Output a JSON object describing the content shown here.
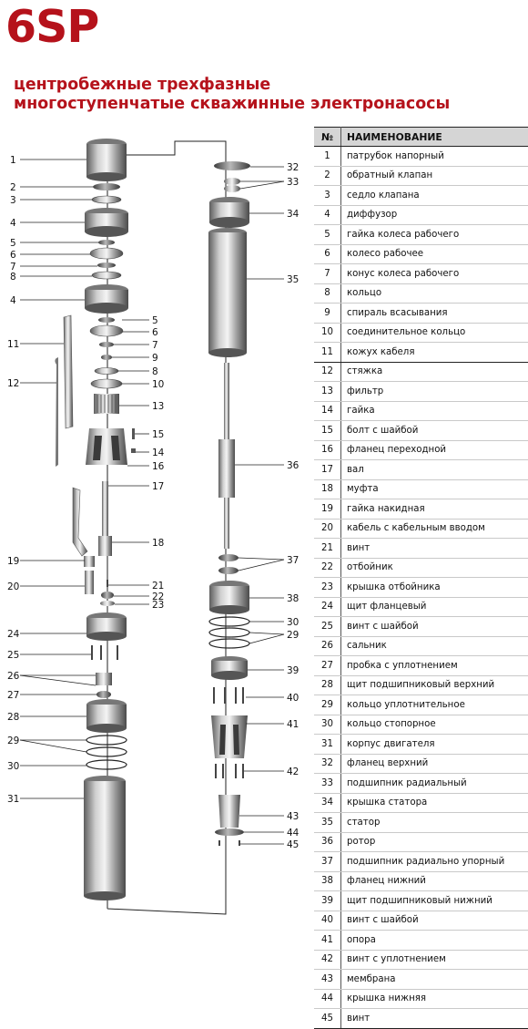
{
  "header": {
    "model": "6SP",
    "subtitle_line1": "центробежные трехфазные",
    "subtitle_line2": "многоступенчатые скважинные электронасосы"
  },
  "table": {
    "col_num": "№",
    "col_name": "НАИМЕНОВАНИЕ",
    "rows": [
      {
        "num": "1",
        "name": "патрубок напорный"
      },
      {
        "num": "2",
        "name": "обратный клапан"
      },
      {
        "num": "3",
        "name": "седло клапана"
      },
      {
        "num": "4",
        "name": "диффузор"
      },
      {
        "num": "5",
        "name": "гайка колеса рабочего"
      },
      {
        "num": "6",
        "name": "колесо рабочее"
      },
      {
        "num": "7",
        "name": "конус колеса рабочего"
      },
      {
        "num": "8",
        "name": "кольцо"
      },
      {
        "num": "9",
        "name": "спираль всасывания"
      },
      {
        "num": "10",
        "name": "соединительное кольцо"
      },
      {
        "num": "11",
        "name": "кожух кабеля"
      },
      {
        "num": "12",
        "name": "стяжка"
      },
      {
        "num": "13",
        "name": "фильтр"
      },
      {
        "num": "14",
        "name": "гайка"
      },
      {
        "num": "15",
        "name": "болт с шайбой"
      },
      {
        "num": "16",
        "name": "фланец переходной"
      },
      {
        "num": "17",
        "name": "вал"
      },
      {
        "num": "18",
        "name": "муфта"
      },
      {
        "num": "19",
        "name": "гайка накидная"
      },
      {
        "num": "20",
        "name": "кабель с кабельным вводом"
      },
      {
        "num": "21",
        "name": "винт"
      },
      {
        "num": "22",
        "name": "отбойник"
      },
      {
        "num": "23",
        "name": "крышка отбойника"
      },
      {
        "num": "24",
        "name": "щит фланцевый"
      },
      {
        "num": "25",
        "name": "винт с шайбой"
      },
      {
        "num": "26",
        "name": "сальник"
      },
      {
        "num": "27",
        "name": "пробка с уплотнением"
      },
      {
        "num": "28",
        "name": "щит подшипниковый верхний"
      },
      {
        "num": "29",
        "name": "кольцо уплотнительное"
      },
      {
        "num": "30",
        "name": "кольцо стопорное"
      },
      {
        "num": "31",
        "name": "корпус двигателя"
      },
      {
        "num": "32",
        "name": "фланец верхний"
      },
      {
        "num": "33",
        "name": "подшипник радиальный"
      },
      {
        "num": "34",
        "name": "крышка статора"
      },
      {
        "num": "35",
        "name": "статор"
      },
      {
        "num": "36",
        "name": "ротор"
      },
      {
        "num": "37",
        "name": "подшипник радиально упорный"
      },
      {
        "num": "38",
        "name": "фланец нижний"
      },
      {
        "num": "39",
        "name": "щит подшипниковый нижний"
      },
      {
        "num": "40",
        "name": "винт с шайбой"
      },
      {
        "num": "41",
        "name": "опора"
      },
      {
        "num": "42",
        "name": "винт с уплотнением"
      },
      {
        "num": "43",
        "name": "мембрана"
      },
      {
        "num": "44",
        "name": "крышка нижняя"
      },
      {
        "num": "45",
        "name": "винт"
      }
    ]
  },
  "callouts_left": [
    "1",
    "2",
    "3",
    "4",
    "5",
    "6",
    "7",
    "8",
    "4",
    "11",
    "5",
    "6",
    "7",
    "9",
    "8",
    "10",
    "12",
    "13",
    "15",
    "14",
    "16",
    "17",
    "18",
    "19",
    "20",
    "21",
    "22",
    "23",
    "24",
    "25",
    "26",
    "27",
    "28",
    "29",
    "30",
    "31"
  ],
  "callouts_right": [
    "32",
    "33",
    "34",
    "35",
    "36",
    "37",
    "38",
    "30",
    "29",
    "39",
    "40",
    "41",
    "42",
    "43",
    "44",
    "45"
  ]
}
